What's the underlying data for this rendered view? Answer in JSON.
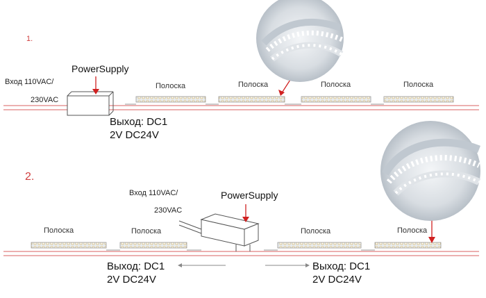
{
  "section1": {
    "number": "1.",
    "input_line1": "Вход 110VAC/",
    "input_line2": "230VAC",
    "power_supply": "PowerSupply",
    "strip_labels": [
      "Полоска",
      "Полоска",
      "Полоска",
      "Полоска"
    ],
    "output_line1": "Выход: DC1",
    "output_line2": "2V DC24V"
  },
  "section2": {
    "number": "2.",
    "input_line1": "Вход 110VAC/",
    "input_line2": "230VAC",
    "power_supply": "PowerSupply",
    "strip_labels": [
      "Полоска",
      "Полоска",
      "Полоска",
      "Полоска"
    ],
    "output_left_line1": "Выход: DC1",
    "output_left_line2": "2V DC24V",
    "output_right_line1": "Выход: DC1",
    "output_right_line2": "2V DC24V"
  },
  "colors": {
    "wire": "#e08080",
    "arrow": "#d02020",
    "strip": "#b0b0b0",
    "number": "#d04040"
  }
}
